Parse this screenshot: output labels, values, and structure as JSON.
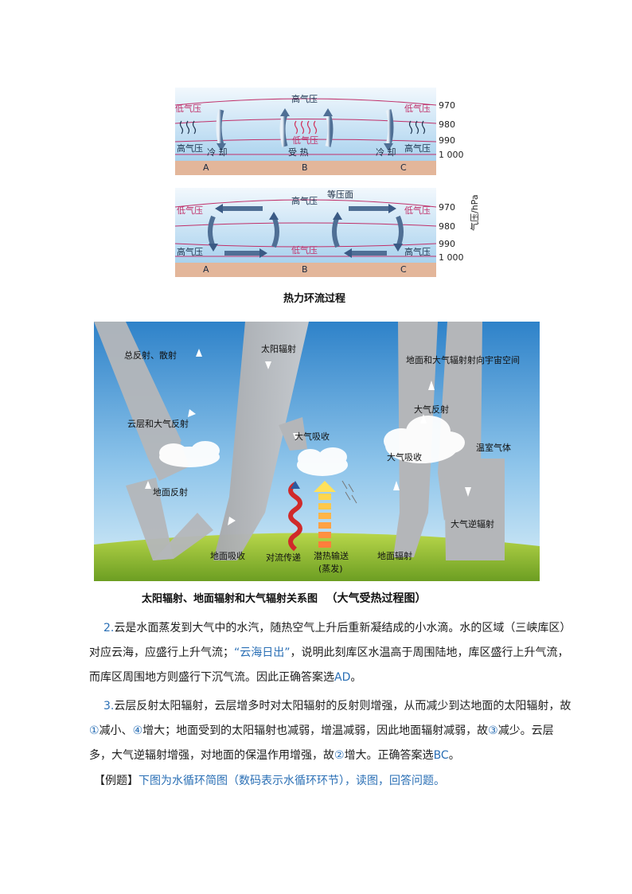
{
  "diagram1": {
    "top_panel": {
      "low_left": "低气压",
      "high_center": "高气压",
      "low_right": "低气压",
      "low_center": "低气压",
      "high_left": "高气压",
      "high_right": "高气压",
      "cool_left": "冷  却",
      "heat_center": "受  热",
      "cool_right": "冷  却",
      "site_a": "A",
      "site_b": "B",
      "site_c": "C"
    },
    "bottom_panel": {
      "isobar_label": "等压面",
      "high_center": "高气压",
      "low_left": "低气压",
      "low_right": "低气压",
      "high_left": "高气压",
      "low_center": "低气压",
      "high_right": "高气压",
      "site_a": "A",
      "site_b": "B",
      "site_c": "C"
    },
    "pressure_ticks": [
      "970",
      "980",
      "990",
      "1 000"
    ],
    "axis_label": "气压/hPa",
    "caption": "热力环流过程"
  },
  "diagram2": {
    "labels": {
      "total_reflect": "总反射、散射",
      "solar": "太阳辐射",
      "ground_atm_space": "地面和大气辐射射向宇宙空间",
      "cloud_reflect": "云层和大气反射",
      "atm_absorb_left": "大气吸收",
      "atm_reflect": "大气反射",
      "greenhouse": "温室气体",
      "atm_absorb_right": "大气吸收",
      "ground_reflect": "地面反射",
      "back_radiation": "大气逆辐射",
      "ground_absorb": "地面吸收",
      "convection": "对流传递",
      "latent_heat": "潜热输送",
      "evaporation": "(蒸发)",
      "ground_radiation": "地面辐射"
    },
    "caption_main": "太阳辐射、地面辐射和大气辐射关系图",
    "caption_sub": "（大气受热过程图）"
  },
  "answers": {
    "a2_num": "2.",
    "a2_text_1": "云是水面蒸发到大气中的水汽，随热空气上升后重新凝结成的小水滴。水的区域（三峡库区）对应云海，应盛行上升气流；",
    "a2_quote": "“云海日出”",
    "a2_text_2": "，说明此刻库区水温高于周围陆地，库区盛行上升气流，而库区周围地方则盛行下沉气流。因此正确答案选",
    "a2_choice": "AD",
    "a2_end": "。",
    "a3_num": "3.",
    "a3_text_1": "云层反射太阳辐射，云层增多时对太阳辐射的反射则增强，从而减少到达地面的太阳辐射，故",
    "a3_c1": "①",
    "a3_text_2": "减小、",
    "a3_c4": "④",
    "a3_text_3": "增大；地面受到的太阳辐射也减弱，增温减弱，因此地面辐射减弱，故",
    "a3_c3": "③",
    "a3_text_4": "减少。云层多，大气逆辐射增强，对地面的保温作用增强，故",
    "a3_c2": "②",
    "a3_text_5": "增大。正确答案选",
    "a3_choice": "BC",
    "a3_end": "。",
    "example_tag": "【例题】",
    "example_text": "下图为水循环简图（数码表示水循环环节），读图，回答问题。"
  }
}
